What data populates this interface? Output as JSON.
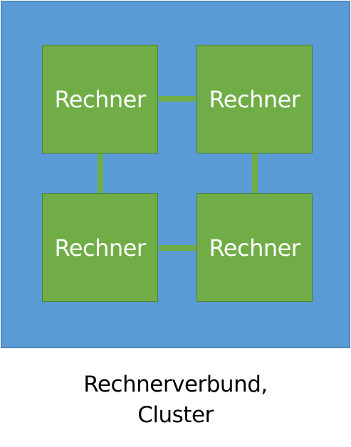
{
  "colors": {
    "background": "#5b9bd5",
    "node_fill": "#70ad47",
    "link": "#70ad47",
    "node_text": "#ffffff",
    "caption_text": "#000000"
  },
  "diagram": {
    "nodes": [
      {
        "label": "Rechner"
      },
      {
        "label": "Rechner"
      },
      {
        "label": "Rechner"
      },
      {
        "label": "Rechner"
      }
    ],
    "links": [
      {
        "from": 0,
        "to": 1
      },
      {
        "from": 0,
        "to": 2
      },
      {
        "from": 1,
        "to": 3
      },
      {
        "from": 2,
        "to": 3
      }
    ]
  },
  "caption": {
    "line1": "Rechnerverbund,",
    "line2": "Cluster"
  }
}
